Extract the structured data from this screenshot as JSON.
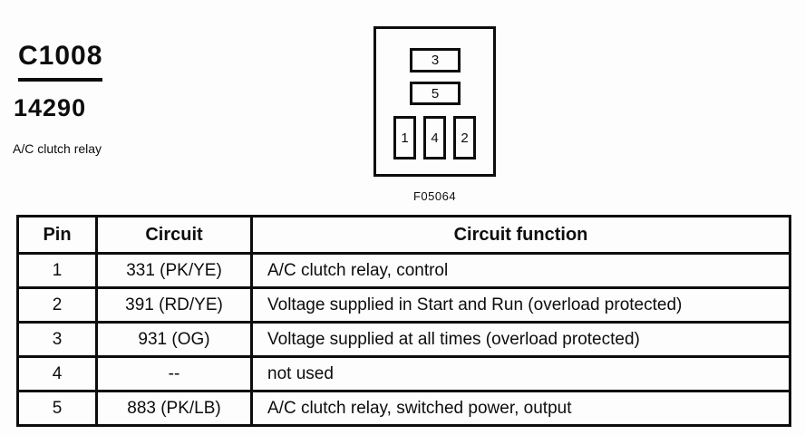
{
  "header": {
    "connector_id": "C1008",
    "part_number": "14290",
    "description": "A/C clutch relay"
  },
  "diagram": {
    "figure_code": "F05064",
    "cavities": [
      {
        "label": "3"
      },
      {
        "label": "5"
      },
      {
        "label": "1"
      },
      {
        "label": "4"
      },
      {
        "label": "2"
      }
    ]
  },
  "table": {
    "headers": {
      "pin": "Pin",
      "circuit": "Circuit",
      "function": "Circuit function"
    },
    "rows": [
      {
        "pin": "1",
        "circuit": "331 (PK/YE)",
        "function": "A/C clutch relay, control"
      },
      {
        "pin": "2",
        "circuit": "391 (RD/YE)",
        "function": "Voltage supplied in Start and Run (overload protected)"
      },
      {
        "pin": "3",
        "circuit": "931 (OG)",
        "function": "Voltage supplied at all times (overload protected)"
      },
      {
        "pin": "4",
        "circuit": "--",
        "function": "not used"
      },
      {
        "pin": "5",
        "circuit": "883 (PK/LB)",
        "function": "A/C clutch relay, switched power, output"
      }
    ]
  },
  "colors": {
    "ink": "#0d0d0d",
    "paper": "#fdfdfd"
  }
}
